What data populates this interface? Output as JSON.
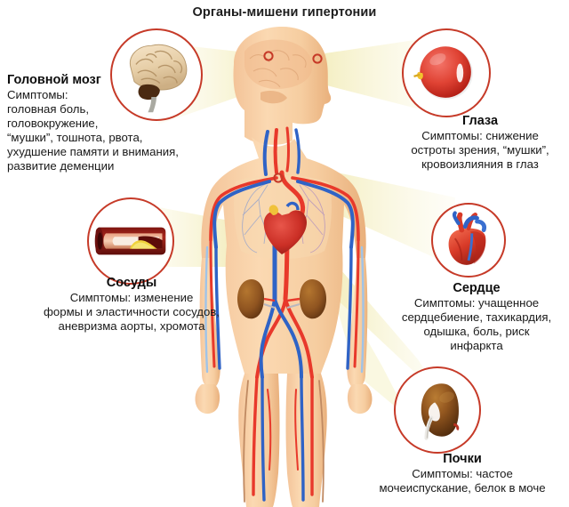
{
  "title": "Органы-мишени гипертонии",
  "colors": {
    "circle_border": "#c63a28",
    "beam": "#f6f2c9",
    "skin": "#f6cda0",
    "skin_dark": "#edb882",
    "artery": "#e8392b",
    "vein": "#2f63c6",
    "organ_brown": "#8a4a1c",
    "heart_red": "#d1322a",
    "text": "#141414",
    "background": "#ffffff"
  },
  "organs": [
    {
      "id": "brain",
      "name": "Головной мозг",
      "icon": "brain-icon",
      "symptom_lines": [
        "Симптомы:",
        "головная боль,",
        "головокружение,",
        "“мушки”, тошнота, рвота,",
        "ухудшение памяти и внимания,",
        "развитие деменции"
      ]
    },
    {
      "id": "eyes",
      "name": "Глаза",
      "icon": "eye-icon",
      "symptom_lines": [
        "Симптомы: снижение",
        "остроты зрения, “мушки”,",
        "кровоизлияния в глаз"
      ]
    },
    {
      "id": "vessels",
      "name": "Сосуды",
      "icon": "artery-icon",
      "symptom_lines": [
        "Симптомы: изменение",
        "формы и эластичности сосудов,",
        "аневризма аорты, хромота"
      ]
    },
    {
      "id": "heart",
      "name": "Сердце",
      "icon": "heart-icon",
      "symptom_lines": [
        "Симптомы: учащенное",
        "сердцебиение, тахикардия,",
        "одышка, боль, риск",
        "инфаркта"
      ]
    },
    {
      "id": "kidneys",
      "name": "Почки",
      "icon": "kidney-icon",
      "symptom_lines": [
        "Симптомы: частое",
        "мочеиспускание, белок в моче"
      ]
    }
  ],
  "body_figure": {
    "label": "human-circulatory-system",
    "markers": [
      "brain-marker-left",
      "brain-marker-right",
      "aorta-marker"
    ]
  }
}
